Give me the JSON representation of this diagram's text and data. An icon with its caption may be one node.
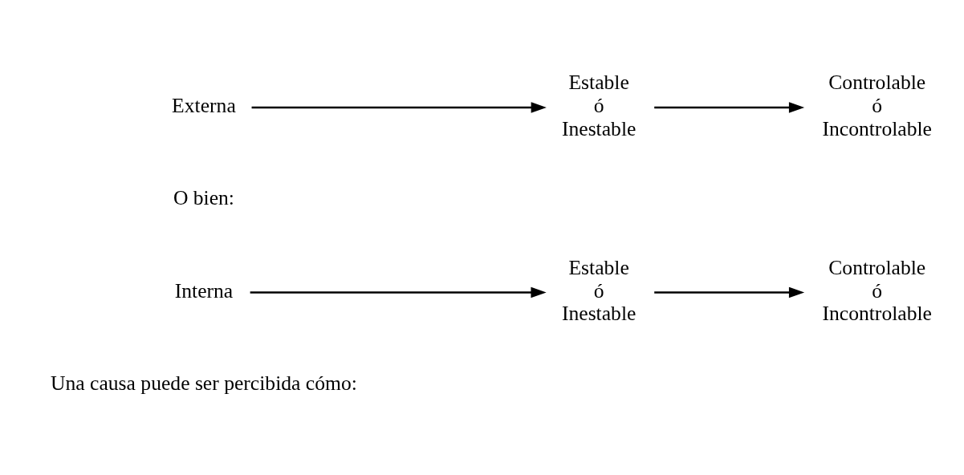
{
  "diagram": {
    "nodes": [
      {
        "text": [
          "Interna"
        ]
      },
      {
        "text": [
          "Estable",
          "ó",
          "Inestable"
        ]
      },
      {
        "text": [
          "Controlable",
          "ó",
          "Incontrolable"
        ]
      },
      {
        "text": [
          "Externa"
        ]
      },
      {
        "text": [
          "Estable",
          "ó",
          "Inestable"
        ]
      },
      {
        "text": [
          "Controlable",
          "ó",
          "Incontrolable"
        ]
      }
    ],
    "edges": [
      {
        "from": 0,
        "to": 1,
        "arrow": "to"
      },
      {
        "from": 1,
        "to": 2,
        "arrow": "to"
      },
      {
        "from": 3,
        "to": 4,
        "arrow": "to"
      },
      {
        "from": 4,
        "to": 5,
        "arrow": "to"
      }
    ],
    "labels": [
      "Una causa puede ser percibida cómo:",
      "O bien:"
    ]
  }
}
